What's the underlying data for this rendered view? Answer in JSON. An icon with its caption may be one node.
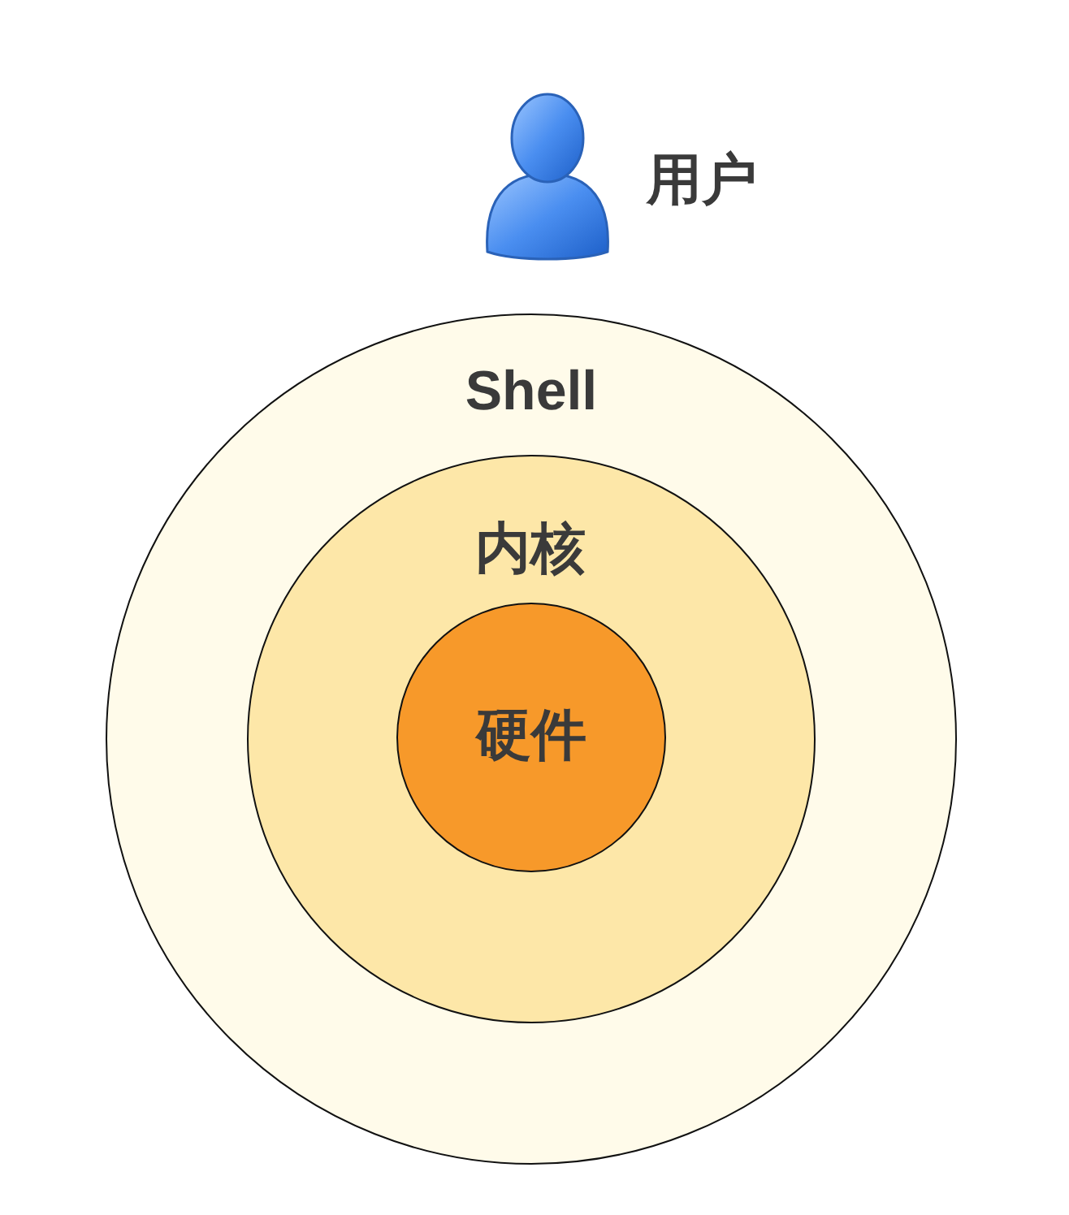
{
  "diagram": {
    "nodes": [
      {
        "text": [
          "Shell"
        ]
      },
      {
        "text": [
          "内核"
        ],
        "in": 0
      },
      {
        "text": [
          "硬件"
        ],
        "in": 1
      }
    ],
    "labels": [
      "用户"
    ]
  }
}
